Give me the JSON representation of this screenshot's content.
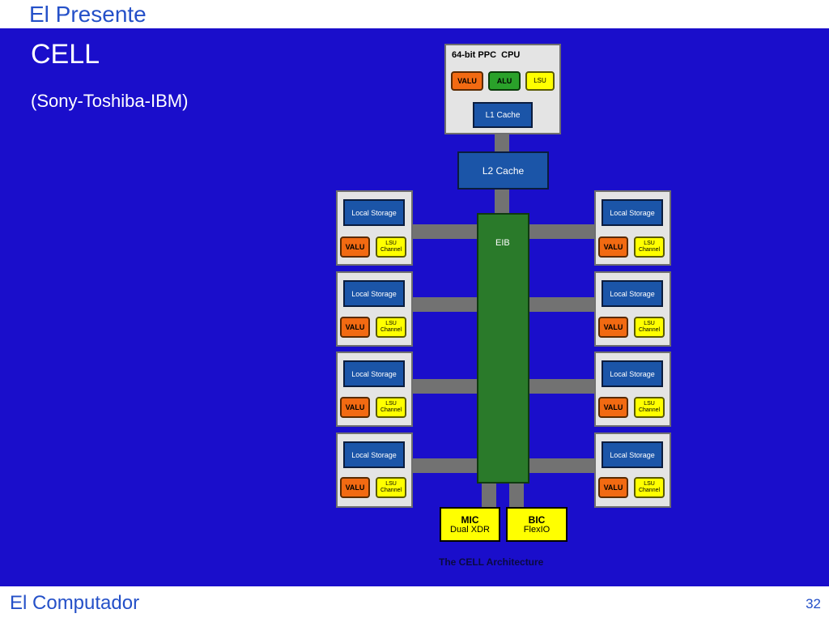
{
  "header": {
    "title": "El Presente"
  },
  "slide": {
    "title": "CELL",
    "subtitle": "(Sony-Toshiba-IBM)"
  },
  "footer": {
    "title": "El Computador",
    "page_number": "32"
  },
  "diagram": {
    "cpu": {
      "title": "64-bit PPC  CPU",
      "valu": "VALU",
      "alu": "ALU",
      "lsu": "LSU",
      "l1": "L1 Cache"
    },
    "l2": "L2 Cache",
    "eib": "EIB",
    "spe": {
      "local_storage": "Local Storage",
      "valu": "VALU",
      "lsu_line1": "LSU",
      "lsu_line2": "Channel"
    },
    "mic": {
      "line1": "MIC",
      "line2": "Dual XDR"
    },
    "bic": {
      "line1": "BIC",
      "line2": "FlexIO"
    },
    "caption": "The CELL Architecture"
  },
  "colors": {
    "background": "#1a0ecb",
    "accent_text": "#2450c8",
    "blue_unit": "#1b55a8",
    "orange_unit": "#f26a12",
    "green_unit": "#2aa12a",
    "yellow_unit": "#ffff00",
    "eib": "#2a7a2a",
    "connector": "#727272"
  }
}
